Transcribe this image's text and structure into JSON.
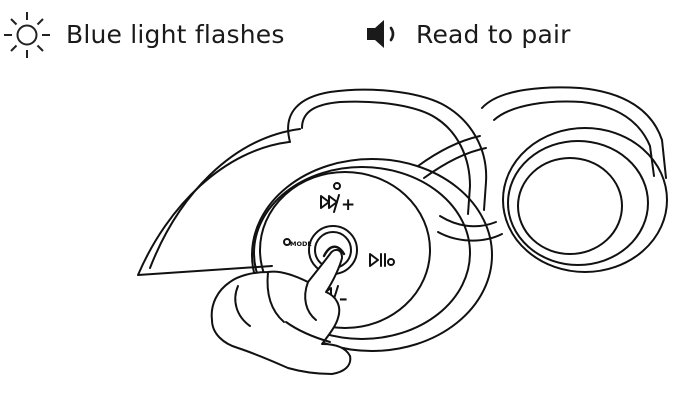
{
  "instructions": {
    "light_caption": "Blue light flashes",
    "sound_caption": "Read to pair"
  },
  "icons": {
    "light": "sun-burst-icon",
    "sound": "speaker-icon",
    "hand": "pointing-hand-icon"
  },
  "headset_buttons": {
    "top": "+",
    "bottom": "–",
    "left": "MODE"
  }
}
